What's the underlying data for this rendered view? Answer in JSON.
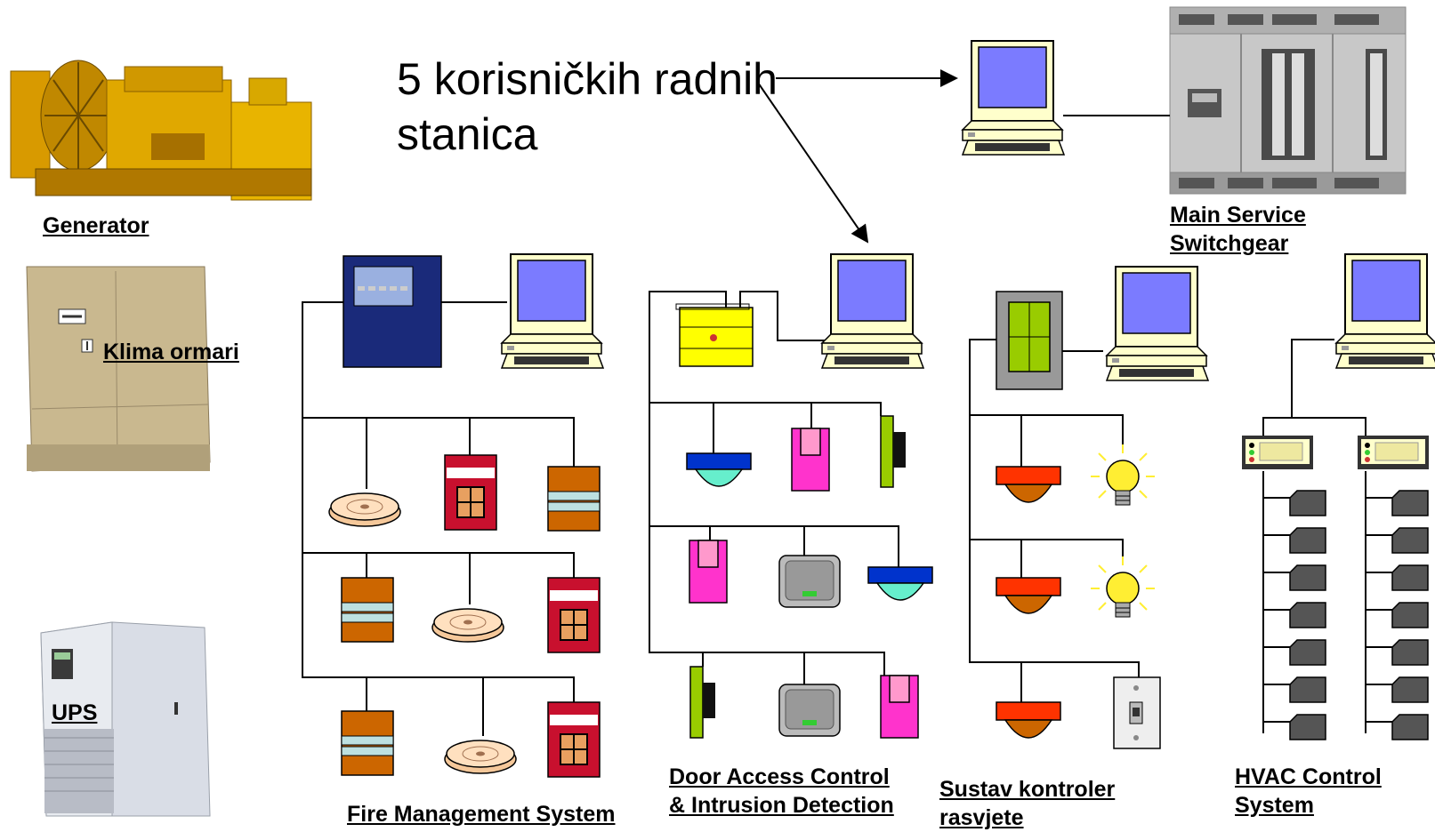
{
  "title": {
    "line1": "5 korisničkih radnih",
    "line2": "stanica"
  },
  "equipment_labels": {
    "generator": "Generator",
    "klima": "Klima ormari",
    "ups": "UPS",
    "switchgear_line1": "Main Service",
    "switchgear_line2": "Switchgear"
  },
  "system_labels": {
    "fire": "Fire Management System",
    "door_line1": "Door Access Control",
    "door_line2": "& Intrusion Detection",
    "light_line1": "Sustav kontroler",
    "light_line2": "rasvjete",
    "hvac_line1": "HVAC Control",
    "hvac_line2": "System"
  },
  "colors": {
    "screen": "#7b7bff",
    "monitor": "#ffffcc",
    "generator": "#e0a800",
    "fire_red": "#c8102e",
    "orange_box": "#cc6600",
    "magenta": "#ff33cc",
    "blue": "#0033cc",
    "green": "#99cc00",
    "red_light": "#ff3300",
    "bulb": "#ffee33"
  },
  "icons": [
    "generator-image",
    "ac-cabinet-image",
    "ups-image",
    "switchgear-image",
    "computer-icon",
    "fire-panel-icon",
    "smoke-detector-icon",
    "fire-alarm-icon",
    "module-icon",
    "door-controller-icon",
    "motion-sensor-icon",
    "card-reader-icon",
    "keypad-icon",
    "lighting-panel-icon",
    "light-bulb-icon",
    "light-switch-icon",
    "hvac-controller-icon",
    "hvac-device-icon"
  ]
}
